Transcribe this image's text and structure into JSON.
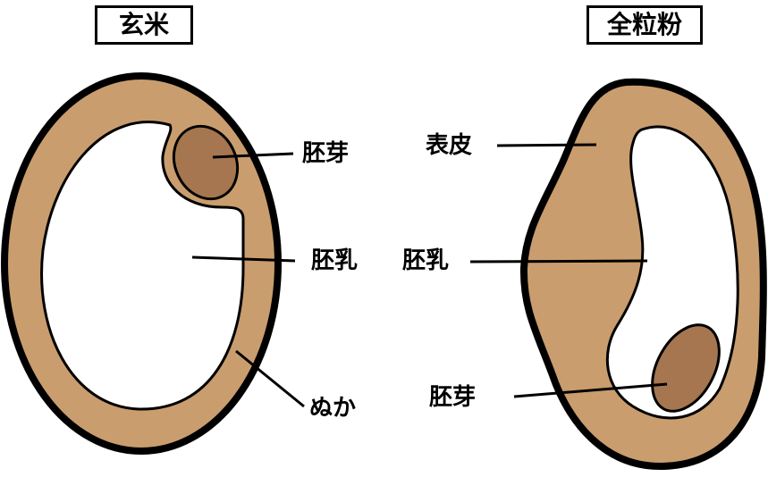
{
  "titles": {
    "left": "玄米",
    "right": "全粒粉"
  },
  "labels": {
    "brown_rice_germ": "胚芽",
    "brown_rice_endosperm": "胚乳",
    "brown_rice_bran": "ぬか",
    "wheat_skin": "表皮",
    "wheat_endosperm": "胚乳",
    "wheat_germ": "胚芽"
  },
  "colors": {
    "outer_layer": "#C99D6E",
    "germ": "#A5764F",
    "inner": "#FFFFFF",
    "outline": "#000000"
  }
}
